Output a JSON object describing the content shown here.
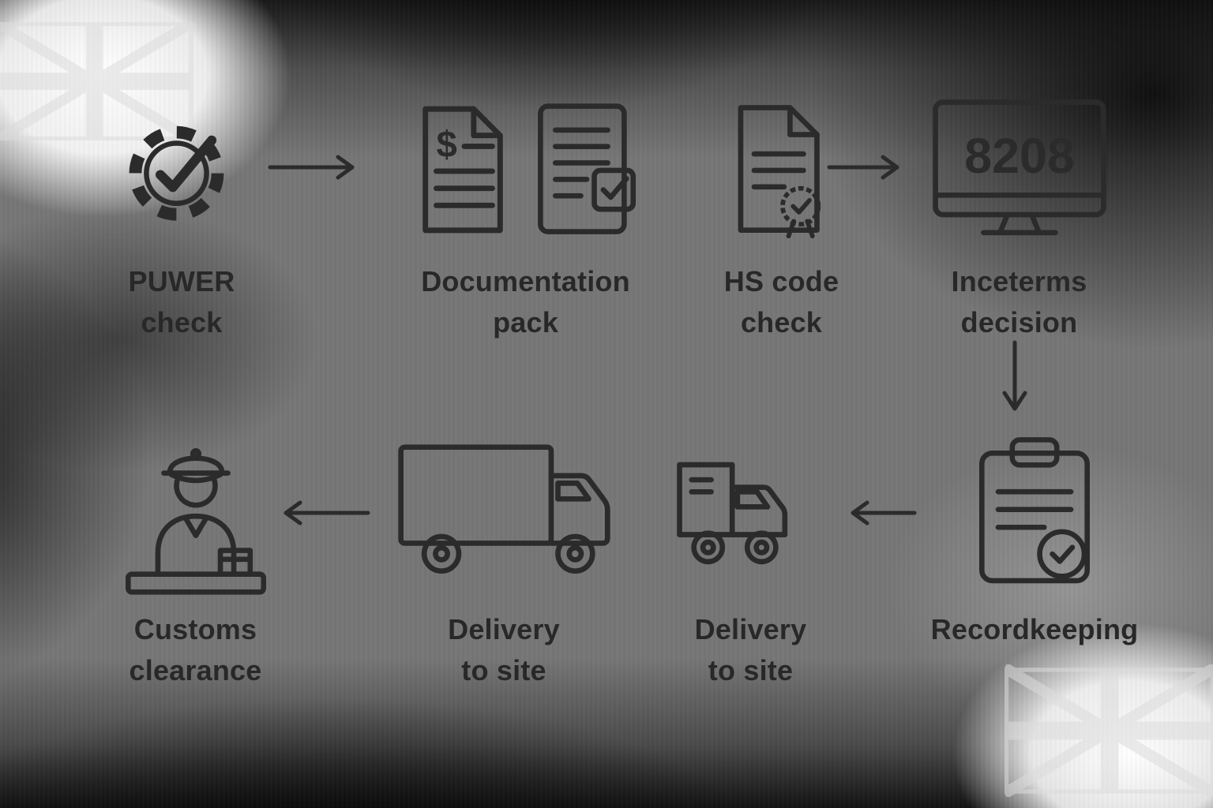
{
  "background": {
    "base_color": "#767676",
    "corner_glow_color": "#ffffff",
    "blob_color": "#080808",
    "ink_color": "#2b2b2b"
  },
  "flow": {
    "nodes": [
      {
        "id": "puwer-check",
        "label": "PUWER\ncheck",
        "icon": "gear-check-icon"
      },
      {
        "id": "documentation-pack",
        "label": "Documentation\npack",
        "icon": "invoice-and-checklist-documents-icon"
      },
      {
        "id": "hs-code-check",
        "label": "HS code\ncheck",
        "icon": "certified-document-icon"
      },
      {
        "id": "incoterms-decision",
        "label": "Inceterms\ndecision",
        "icon": "monitor-icon",
        "screen_text": "8208"
      },
      {
        "id": "recordkeeping",
        "label": "Recordkeeping",
        "icon": "clipboard-check-icon"
      },
      {
        "id": "delivery-to-site-loaded-truck",
        "label": "Delivery\nto site",
        "icon": "loaded-truck-icon"
      },
      {
        "id": "delivery-to-site-box-truck",
        "label": "Delivery\nto site",
        "icon": "box-truck-icon"
      },
      {
        "id": "customs-clearance",
        "label": "Customs\nclearance",
        "icon": "customs-officer-icon"
      }
    ],
    "arrows": [
      {
        "from": "puwer-check",
        "to": "documentation-pack",
        "direction": "right"
      },
      {
        "from": "hs-code-check",
        "to": "incoterms-decision",
        "direction": "right"
      },
      {
        "from": "incoterms-decision",
        "to": "recordkeeping",
        "direction": "down"
      },
      {
        "from": "recordkeeping",
        "to": "delivery-to-site-loaded-truck",
        "direction": "left"
      },
      {
        "from": "delivery-to-site-box-truck",
        "to": "customs-clearance",
        "direction": "left"
      }
    ]
  }
}
